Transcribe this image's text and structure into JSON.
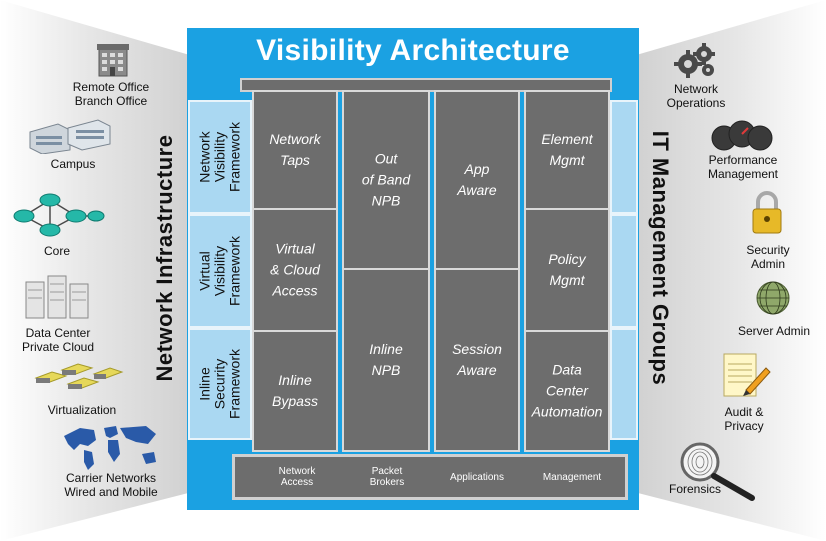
{
  "title": "Visibility Architecture",
  "left_title": "Network Infrastructure",
  "right_title": "IT Management Groups",
  "left_items": [
    {
      "label": "Remote Office\nBranch Office",
      "icon": "office-building-icon"
    },
    {
      "label": "Campus",
      "icon": "campus-buildings-icon"
    },
    {
      "label": "Core",
      "icon": "core-network-icon"
    },
    {
      "label": "Data Center\nPrivate Cloud",
      "icon": "data-center-icon"
    },
    {
      "label": "Virtualization",
      "icon": "virtualization-icon"
    },
    {
      "label": "Carrier Networks\nWired and Mobile",
      "icon": "world-map-icon"
    }
  ],
  "right_items": [
    {
      "label": "Network\nOperations",
      "icon": "gears-icon"
    },
    {
      "label": "Performance\nManagement",
      "icon": "gauges-icon"
    },
    {
      "label": "Security\nAdmin",
      "icon": "padlock-icon"
    },
    {
      "label": "Server Admin",
      "icon": "globe-icon"
    },
    {
      "label": "Audit &\nPrivacy",
      "icon": "notepad-pencil-icon"
    },
    {
      "label": "Forensics",
      "icon": "magnifier-fingerprint-icon"
    }
  ],
  "frameworks": [
    "Network\nVisibility\nFramework",
    "Virtual\nVisibility\nFramework",
    "Inline\nSecurity\nFramework"
  ],
  "cells": {
    "network_taps": "Network\nTaps",
    "virtual_cloud_access": "Virtual\n& Cloud\nAccess",
    "inline_bypass": "Inline\nBypass",
    "out_of_band_npb": "Out\nof Band\nNPB",
    "inline_npb": "Inline\nNPB",
    "app_aware": "App\nAware",
    "session_aware": "Session\nAware",
    "element_mgmt": "Element\nMgmt",
    "policy_mgmt": "Policy\nMgmt",
    "data_center_automation": "Data\nCenter\nAutomation"
  },
  "base_labels": [
    "Network\nAccess",
    "Packet\nBrokers",
    "Applications",
    "Management"
  ],
  "colors": {
    "main_blue": "#1ba1e2",
    "tab_blue": "#aad8f2",
    "cell_gray": "#6d6d6d"
  }
}
